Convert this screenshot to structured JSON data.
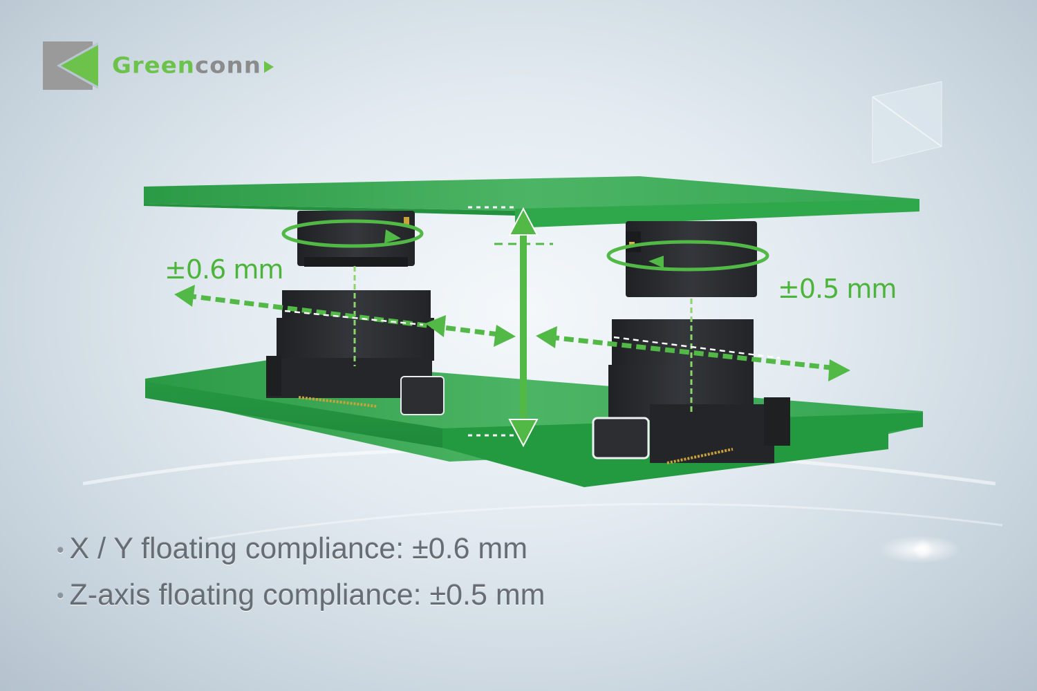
{
  "brand": {
    "name_green": "Green",
    "name_gray": "conn",
    "colors": {
      "green": "#6cc24a",
      "gray": "#8b8b8b"
    }
  },
  "diagram": {
    "xy_label": "±0.6 mm",
    "z_label": "±0.5 mm",
    "pcb_color": "#2ea84a",
    "arrow_color": "#52b947",
    "connector_color": "#2b2d30"
  },
  "bullets": [
    {
      "text": "X / Y floating compliance: ±0.6 mm"
    },
    {
      "text": "Z-axis floating compliance:  ±0.5 mm"
    }
  ]
}
